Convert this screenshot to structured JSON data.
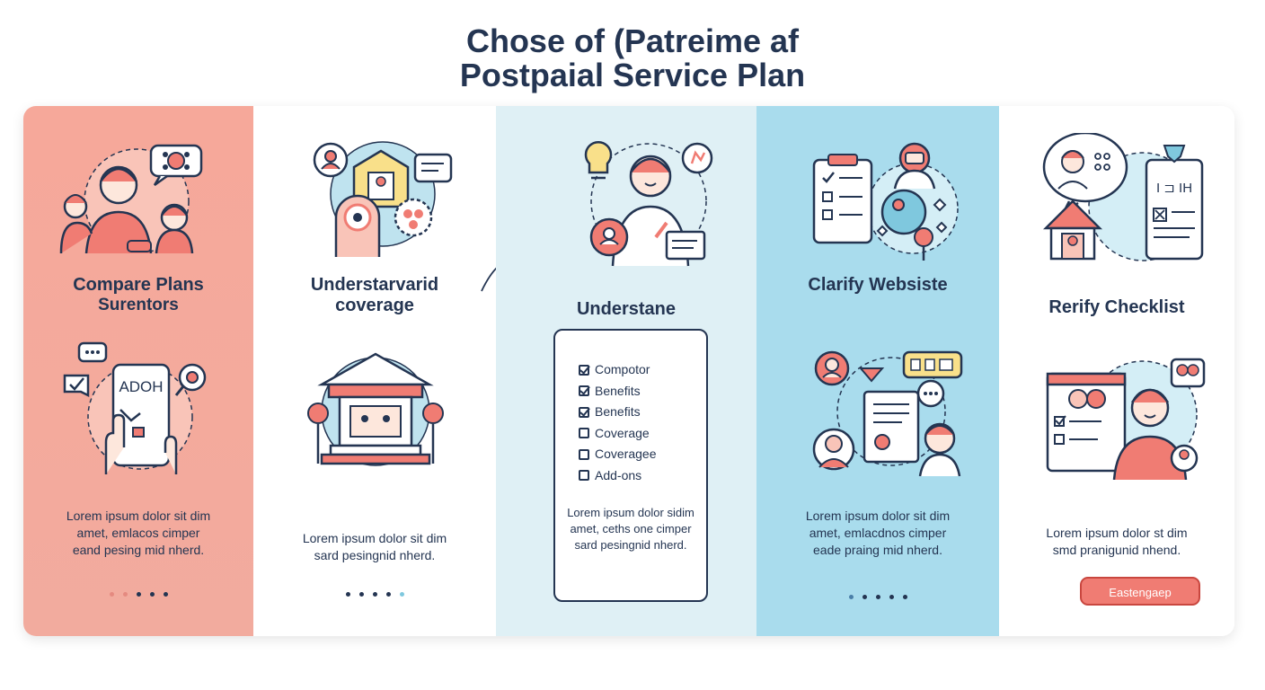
{
  "header": {
    "title_line1": "Chose of (Patreime af",
    "title_line2": "Postpaial Service Plan"
  },
  "panels": [
    {
      "title": [
        "Compare Plans",
        "Surentors"
      ],
      "icon_text": "ADOH",
      "body": [
        "Lorem ipsum dolor sit dim",
        "amet, emlacos cimper",
        "eand pesing mid nherd."
      ]
    },
    {
      "title": [
        "Understarvarid",
        "coverage"
      ],
      "body": [
        "Lorem ipsum dolor sit dim",
        "sard pesingnid nherd."
      ]
    },
    {
      "title": [
        "Understane"
      ],
      "checklist": [
        {
          "label": "Compotor",
          "checked": true
        },
        {
          "label": "Benefits",
          "checked": true
        },
        {
          "label": "Benefits",
          "checked": true
        },
        {
          "label": "Coverage",
          "checked": false
        },
        {
          "label": "Coveragee",
          "checked": false
        },
        {
          "label": "Add-ons",
          "checked": false
        }
      ],
      "body": [
        "Lorem ipsum dolor sidim",
        "amet, ceths one cimper",
        "sard pesingnid nherd."
      ]
    },
    {
      "title": [
        "Clarify Websiste"
      ],
      "body": [
        "Lorem ipsum dolor sit dim",
        "amet, emlacdnos cimper",
        "eade praing mid nherd."
      ]
    },
    {
      "title": [
        "Rerify Checklist"
      ],
      "icon_text": "I ⊐ IH",
      "body": [
        "Lorem ipsum dolor st dim",
        "smd pranigunid nhend."
      ],
      "button_label": "Eastengaep"
    }
  ],
  "colors": {
    "navy": "#243552",
    "coral": "#f07c73",
    "salmon_panel": "#f6a89a",
    "light_blue_panel": "#dff0f5",
    "blue_panel": "#a9dced",
    "sky": "#bfe3ef"
  },
  "icons": [
    "people-chat-icon",
    "phone-hand-icon",
    "location-pin-icon",
    "bank-building-icon",
    "idea-person-icon",
    "clipboard-checklist-icon",
    "support-agent-icon",
    "document-people-icon",
    "id-card-house-icon",
    "profile-card-icon"
  ]
}
